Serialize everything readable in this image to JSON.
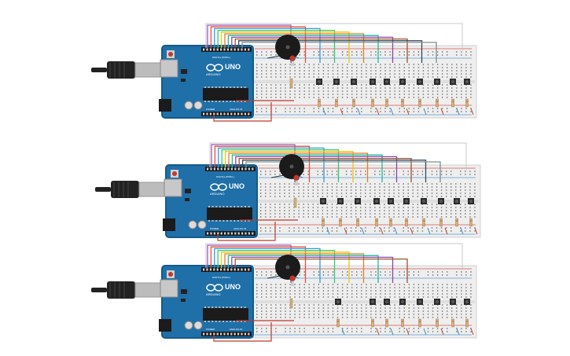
{
  "circuits": [
    {
      "id": "circuit-1",
      "buttons": 9,
      "led_color": "#c0392b"
    },
    {
      "id": "circuit-2",
      "buttons": 9,
      "led_color": "#c0392b"
    },
    {
      "id": "circuit-3",
      "buttons": 7,
      "led_color": "#c0392b"
    }
  ],
  "board": {
    "logo": "UNO",
    "brand": "ARDUINO",
    "digital_label": "DIGITAL (PWM~)",
    "power_label": "POWER",
    "analog_label": "ANALOG IN",
    "board_color": "#1f6fa8",
    "board_edge_color": "#155a8a"
  },
  "wire_colors": [
    "#9b59b6",
    "#e74c3c",
    "#3498db",
    "#2ecc71",
    "#f1c40f",
    "#e67e22",
    "#1abc9c",
    "#8e44ad",
    "#a0522d",
    "#34495e",
    "#7f8c8d",
    "#e84393"
  ],
  "colors": {
    "breadboard": "#eeeeee",
    "breadboard_edge": "#d0d0d0",
    "hole": "#6b6b6b",
    "rail_red": "#d9534f",
    "rail_blue": "#5b9bd5",
    "buzzer": "#1b1b1b",
    "usb_cable": "#222222",
    "usb_plug": "#bcbcbc"
  }
}
